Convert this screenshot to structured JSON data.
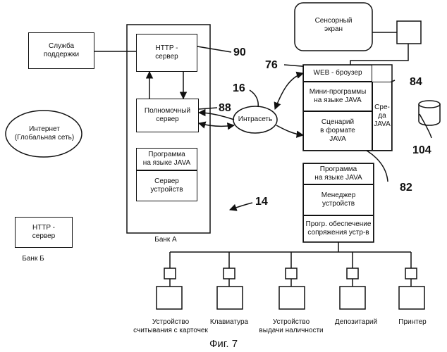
{
  "diagram": {
    "caption": "Фиг. 7",
    "nodes": {
      "support_service": "Служба\nподдержки",
      "http_server_a": "HTTP -\nсервер",
      "authorized_server": "Полномочный\nсервер",
      "java_program_a": "Программа\nна языке JAVA",
      "device_server": "Сервер\nустройств",
      "bank_a_label": "Банк А",
      "internet": "Интернет\n(Глобальная сеть)",
      "http_server_b": "HTTP -\nсервер",
      "bank_b_label": "Банк Б",
      "intranet": "Интрасеть",
      "touchscreen": "Сенсорный\nэкран",
      "web_browser": "WEB - броузер",
      "java_applets": "Мини-программы\nна языке JAVA",
      "java_script": "Сценарий\nв формате\nJAVA",
      "java_env": "Сре-\nда\nJAVA",
      "java_program_atm": "Программа\nна языке JAVA",
      "device_manager": "Менеджер\nустройств",
      "interface_software": "Прогр. обеспечение\nсопряжения устр-в",
      "card_reader": "Устройство\nсчитывания с карточек",
      "keypad": "Клавиатура",
      "cash_dispenser": "Устройство\nвыдачи наличности",
      "depository": "Депозитарий",
      "printer": "Принтер"
    },
    "refs": {
      "r90": "90",
      "r88": "88",
      "r16": "16",
      "r76": "76",
      "r84": "84",
      "r104": "104",
      "r82": "82",
      "r14": "14"
    }
  }
}
